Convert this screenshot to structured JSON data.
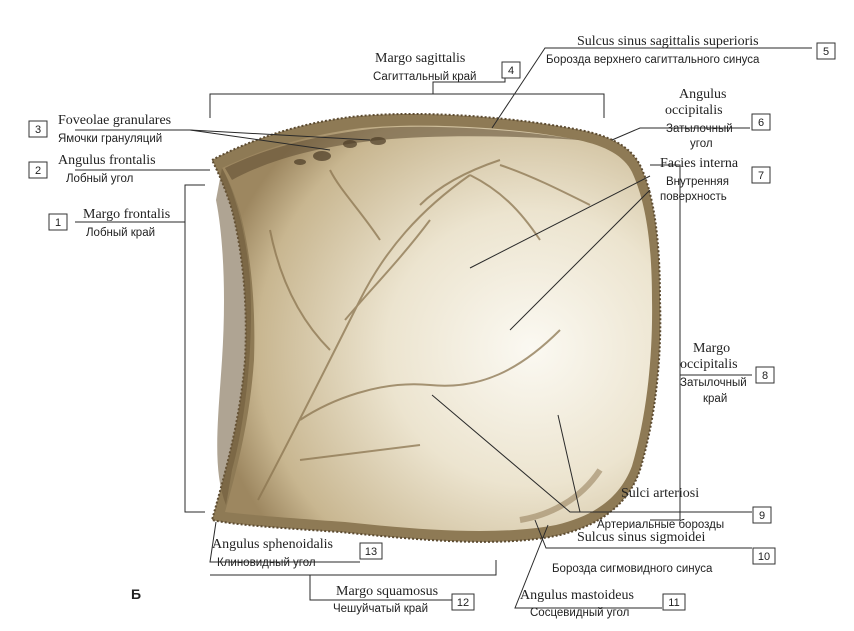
{
  "panel_letter": "Б",
  "labels": [
    {
      "num": "1",
      "latin": "Margo frontalis",
      "russian": "Лобный край"
    },
    {
      "num": "2",
      "latin": "Angulus frontalis",
      "russian": "Лобный угол"
    },
    {
      "num": "3",
      "latin": "Foveolae granulares",
      "russian": "Ямочки грануляций"
    },
    {
      "num": "4",
      "latin": "Margo sagittalis",
      "russian": "Сагиттальный край"
    },
    {
      "num": "5",
      "latin": "Sulcus sinus sagittalis superioris",
      "russian": "Борозда верхнего сагиттального синуса"
    },
    {
      "num": "6",
      "latin": "Angulus",
      "latin2": "occipitalis",
      "russian": "Затылочный",
      "russian2": "угол"
    },
    {
      "num": "7",
      "latin": "Facies interna",
      "russian": "Внутренняя",
      "russian2": "поверхность"
    },
    {
      "num": "8",
      "latin": "Margo",
      "latin2": "occipitalis",
      "russian": "Затылочный",
      "russian2": "край"
    },
    {
      "num": "9",
      "latin": "Sulci arteriosi",
      "russian": "Артериальные борозды"
    },
    {
      "num": "10",
      "latin": "Sulcus sinus sigmoidei",
      "russian": "Борозда сигмовидного синуса"
    },
    {
      "num": "11",
      "latin": "Angulus mastoideus",
      "russian": "Сосцевидный угол"
    },
    {
      "num": "12",
      "latin": "Margo squamosus",
      "russian": "Чешуйчатый край"
    },
    {
      "num": "13",
      "latin": "Angulus sphenoidalis",
      "russian": "Клиновидный угол"
    }
  ]
}
